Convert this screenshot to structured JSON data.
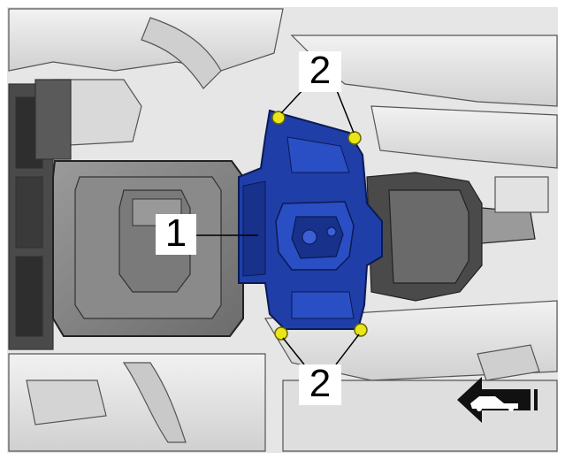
{
  "callouts": {
    "part_1": "1",
    "bolts_top": "2",
    "bolts_bottom": "2"
  },
  "colors": {
    "component_highlight": "#1f3ea8",
    "bolt_highlight": "#e8e61a",
    "background_parts": "#d8d8d8",
    "outline": "#3a3a3a"
  },
  "icons": {
    "direction_indicator": "vehicle-front-arrow-icon"
  }
}
